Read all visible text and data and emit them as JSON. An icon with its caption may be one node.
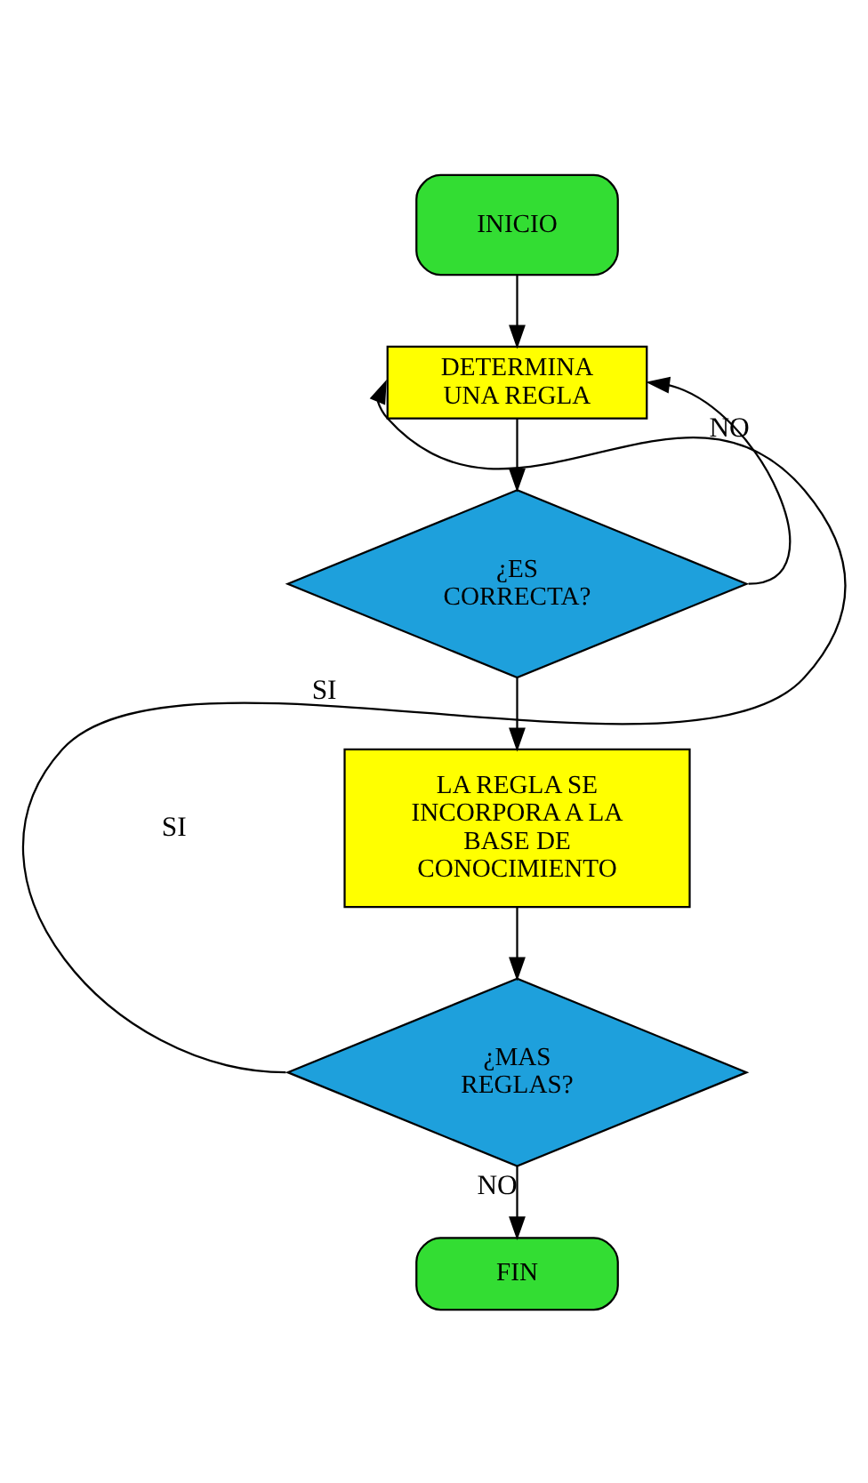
{
  "diagram": {
    "nodes": [
      {
        "text": [
          "INICIO"
        ]
      },
      {
        "text": [
          "DETERMINA UNA REGLA"
        ]
      },
      {
        "text": [
          "¿ES CORRECTA?"
        ]
      },
      {
        "text": [
          "LA REGLA SE INCORPORA A LA BASE DE CONOCIMIENTO"
        ]
      },
      {
        "text": [
          "¿MAS REGLAS?"
        ]
      },
      {
        "text": [
          "FIN"
        ]
      }
    ],
    "edges": [
      {
        "from": 0,
        "to": 1,
        "arrow": "to"
      },
      {
        "from": 1,
        "to": 2,
        "arrow": "to"
      },
      {
        "from": 2,
        "to": 1,
        "arrow": "to",
        "label": "NO"
      },
      {
        "from": 2,
        "to": 3,
        "arrow": "to"
      },
      {
        "from": 3,
        "to": 4,
        "arrow": "to"
      },
      {
        "from": 4,
        "to": 1,
        "arrow": "to",
        "label": "SI"
      },
      {
        "from": 4,
        "to": 5,
        "arrow": "to",
        "label": "NO"
      }
    ],
    "labels": [
      "SI"
    ]
  }
}
